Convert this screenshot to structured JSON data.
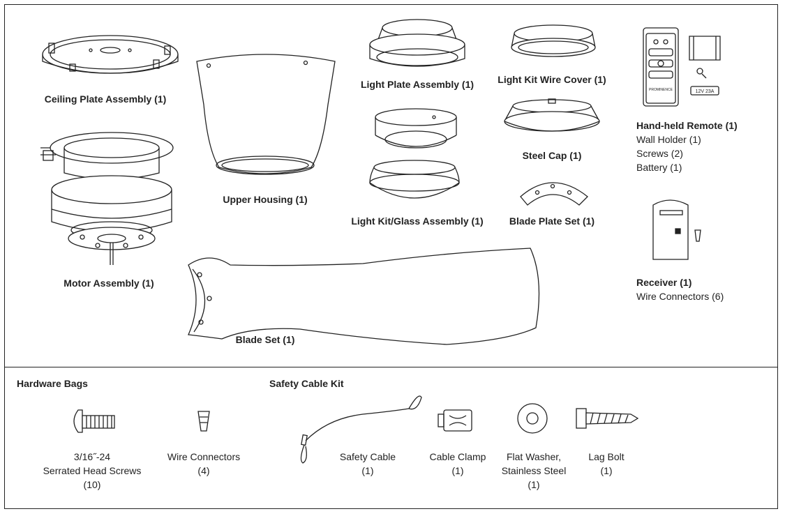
{
  "parts": {
    "ceiling_plate": "Ceiling Plate Assembly (1)",
    "upper_housing": "Upper Housing (1)",
    "motor_assembly": "Motor Assembly (1)",
    "light_plate": "Light Plate Assembly (1)",
    "light_kit_glass": "Light Kit/Glass Assembly (1)",
    "light_kit_wire_cover": "Light Kit Wire Cover (1)",
    "steel_cap": "Steel Cap (1)",
    "blade_plate_set": "Blade Plate Set (1)",
    "blade_set": "Blade Set (1)",
    "remote_title": "Hand-held Remote (1)",
    "remote_items": [
      "Wall Holder (1)",
      "Screws (2)",
      "Battery (1)"
    ],
    "receiver_title": "Receiver (1)",
    "receiver_items": [
      "Wire Connectors (6)"
    ],
    "remote_brand": "PROMINENCE",
    "battery_label": "12V 23A"
  },
  "hardware": {
    "bags_title": "Hardware Bags",
    "screws": [
      "3/16˝-24",
      "Serrated Head Screws",
      "(10)"
    ],
    "wire_connectors": [
      "Wire Connectors",
      "(4)"
    ]
  },
  "safety_kit": {
    "title": "Safety Cable Kit",
    "cable": [
      "Safety Cable",
      "(1)"
    ],
    "clamp": [
      "Cable Clamp",
      "(1)"
    ],
    "washer": [
      "Flat Washer,",
      "Stainless Steel",
      "(1)"
    ],
    "lag_bolt": [
      "Lag Bolt",
      "(1)"
    ]
  }
}
